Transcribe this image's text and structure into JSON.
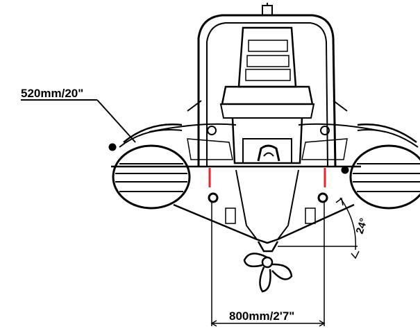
{
  "dimensions": {
    "tube_diameter": "520mm/20\"",
    "transom_width": "800mm/2'7\"",
    "deadrise_angle": "24°"
  },
  "colors": {
    "line": "#000000",
    "marker": "#e8262b",
    "background": "#ffffff"
  }
}
